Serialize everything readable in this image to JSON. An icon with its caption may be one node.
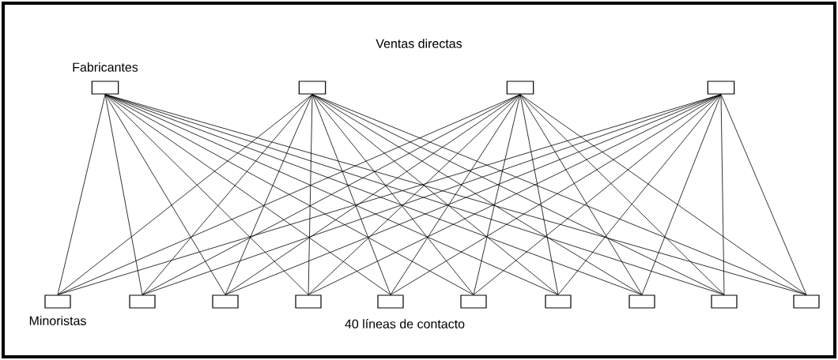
{
  "diagram": {
    "title": "Ventas directas",
    "caption": "40 líneas de contacto",
    "nodes": [
      {
        "text": [],
        "shape": "box",
        "beside": [
          "Fabricantes"
        ]
      },
      {
        "text": [],
        "shape": "box"
      },
      {
        "text": [],
        "shape": "box"
      },
      {
        "text": [],
        "shape": "box"
      },
      {
        "text": [],
        "shape": "box",
        "beside": [
          "Minoristas"
        ]
      },
      {
        "text": [],
        "shape": "box"
      },
      {
        "text": [],
        "shape": "box"
      },
      {
        "text": [],
        "shape": "box"
      },
      {
        "text": [],
        "shape": "box"
      },
      {
        "text": [],
        "shape": "box"
      },
      {
        "text": [],
        "shape": "box"
      },
      {
        "text": [],
        "shape": "box"
      },
      {
        "text": [],
        "shape": "box"
      },
      {
        "text": [],
        "shape": "box"
      }
    ],
    "edges": [
      {
        "from": 0,
        "to": 4,
        "arrow": "none"
      },
      {
        "from": 0,
        "to": 5,
        "arrow": "none"
      },
      {
        "from": 0,
        "to": 6,
        "arrow": "none"
      },
      {
        "from": 0,
        "to": 7,
        "arrow": "none"
      },
      {
        "from": 0,
        "to": 8,
        "arrow": "none"
      },
      {
        "from": 0,
        "to": 9,
        "arrow": "none"
      },
      {
        "from": 0,
        "to": 10,
        "arrow": "none"
      },
      {
        "from": 0,
        "to": 11,
        "arrow": "none"
      },
      {
        "from": 0,
        "to": 12,
        "arrow": "none"
      },
      {
        "from": 0,
        "to": 13,
        "arrow": "none"
      },
      {
        "from": 1,
        "to": 4,
        "arrow": "none"
      },
      {
        "from": 1,
        "to": 5,
        "arrow": "none"
      },
      {
        "from": 1,
        "to": 6,
        "arrow": "none"
      },
      {
        "from": 1,
        "to": 7,
        "arrow": "none"
      },
      {
        "from": 1,
        "to": 8,
        "arrow": "none"
      },
      {
        "from": 1,
        "to": 9,
        "arrow": "none"
      },
      {
        "from": 1,
        "to": 10,
        "arrow": "none"
      },
      {
        "from": 1,
        "to": 11,
        "arrow": "none"
      },
      {
        "from": 1,
        "to": 12,
        "arrow": "none"
      },
      {
        "from": 1,
        "to": 13,
        "arrow": "none"
      },
      {
        "from": 2,
        "to": 4,
        "arrow": "none"
      },
      {
        "from": 2,
        "to": 5,
        "arrow": "none"
      },
      {
        "from": 2,
        "to": 6,
        "arrow": "none"
      },
      {
        "from": 2,
        "to": 7,
        "arrow": "none"
      },
      {
        "from": 2,
        "to": 8,
        "arrow": "none"
      },
      {
        "from": 2,
        "to": 9,
        "arrow": "none"
      },
      {
        "from": 2,
        "to": 10,
        "arrow": "none"
      },
      {
        "from": 2,
        "to": 11,
        "arrow": "none"
      },
      {
        "from": 2,
        "to": 12,
        "arrow": "none"
      },
      {
        "from": 2,
        "to": 13,
        "arrow": "none"
      },
      {
        "from": 3,
        "to": 4,
        "arrow": "none"
      },
      {
        "from": 3,
        "to": 5,
        "arrow": "none"
      },
      {
        "from": 3,
        "to": 6,
        "arrow": "none"
      },
      {
        "from": 3,
        "to": 7,
        "arrow": "none"
      },
      {
        "from": 3,
        "to": 8,
        "arrow": "none"
      },
      {
        "from": 3,
        "to": 9,
        "arrow": "none"
      },
      {
        "from": 3,
        "to": 10,
        "arrow": "none"
      },
      {
        "from": 3,
        "to": 11,
        "arrow": "none"
      },
      {
        "from": 3,
        "to": 12,
        "arrow": "none"
      },
      {
        "from": 3,
        "to": 13,
        "arrow": "none"
      }
    ]
  }
}
